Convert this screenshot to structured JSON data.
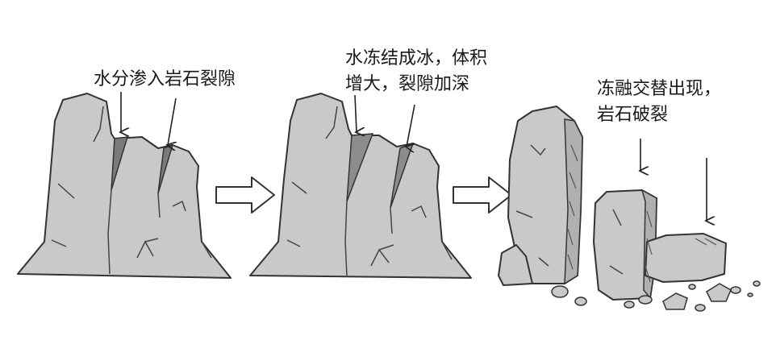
{
  "captions": {
    "stage1": "水分渗入岩石裂隙",
    "stage2_line1": "水冻结成冰，体积",
    "stage2_line2": "增大，裂隙加深",
    "stage3_line1": "冻融交替出现，",
    "stage3_line2": "岩石破裂"
  },
  "colors": {
    "rock_fill": "#c9c9c9",
    "rock_stroke": "#333333",
    "water_fill": "#7a7a7a",
    "ice_fill": "#8c8c8c",
    "arrow_fill": "#ffffff",
    "text": "#1a1a1a"
  }
}
